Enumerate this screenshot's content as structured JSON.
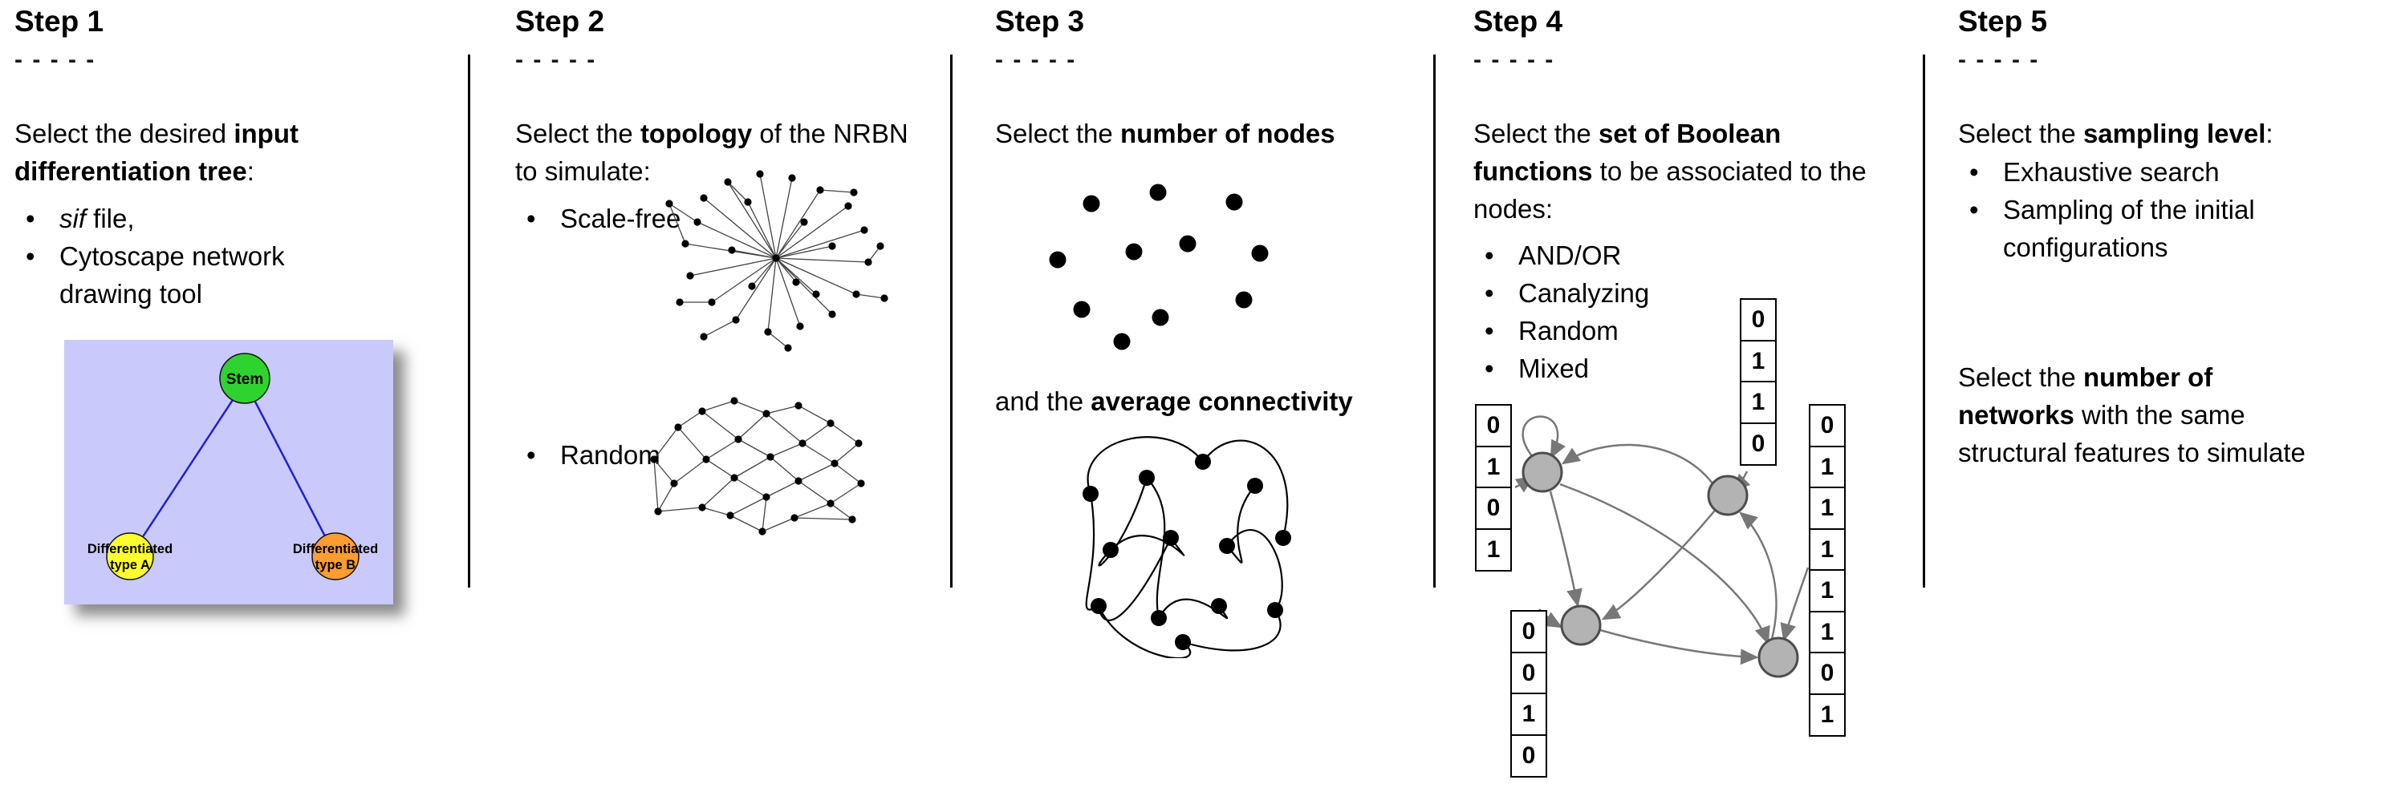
{
  "steps": {
    "step1": {
      "title": "Step 1",
      "dashes": "- - - - -",
      "intro_pre": "Select the desired ",
      "intro_bold": "input differentiation tree",
      "intro_post": ":",
      "bullet1_italic": "sif",
      "bullet1_rest": " file,",
      "bullet2": "Cytoscape network drawing tool",
      "tree": {
        "stem_label": "Stem",
        "type_a_line1": "Differentiated",
        "type_a_line2": "type A",
        "type_b_line1": "Differentiated",
        "type_b_line2": "type B",
        "colors": {
          "background": "#c9c9fb",
          "stem": "#2fd32f",
          "type_a": "#ffff2f",
          "type_b": "#ff9e30",
          "edge": "#2020cc"
        }
      }
    },
    "step2": {
      "title": "Step 2",
      "dashes": "- - - - -",
      "intro_pre": "Select the ",
      "intro_bold": "topology",
      "intro_post": " of the NRBN to simulate:",
      "bullets": [
        "Scale-free",
        "Random"
      ]
    },
    "step3": {
      "title": "Step 3",
      "dashes": "- - - - -",
      "intro_pre": "Select the ",
      "intro_bold": "number of nodes",
      "second_pre": "and the ",
      "second_bold": "average connectivity"
    },
    "step4": {
      "title": "Step 4",
      "dashes": "- - - - -",
      "intro_pre": "Select the ",
      "intro_bold": "set of Boolean functions",
      "intro_post": " to be associated to the nodes:",
      "bullets": [
        "AND/OR",
        "Canalyzing",
        "Random",
        "Mixed"
      ],
      "truth_tables": {
        "left": [
          "0",
          "1",
          "0",
          "1"
        ],
        "bottom_left": [
          "0",
          "0",
          "1",
          "0"
        ],
        "top": [
          "0",
          "1",
          "1",
          "0"
        ],
        "right": [
          "0",
          "1",
          "1",
          "1",
          "1",
          "1",
          "0",
          "1"
        ]
      },
      "node_color": "#b3b3b3"
    },
    "step5": {
      "title": "Step 5",
      "dashes": "- - - - -",
      "intro_pre": "Select the ",
      "intro_bold": "sampling level",
      "intro_post": ":",
      "bullets": [
        "Exhaustive search",
        "Sampling of the initial configurations"
      ],
      "second_l1_pre": "Select the ",
      "second_l1_bold": "number of",
      "second_l2_bold": "networks",
      "second_l2_post": " with the same",
      "second_l3": "structural features to simulate"
    }
  }
}
